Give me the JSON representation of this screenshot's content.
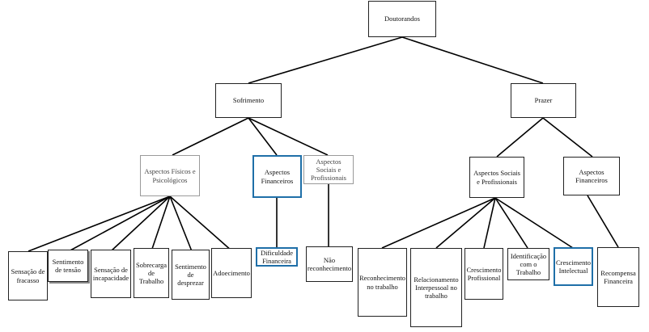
{
  "diagram": {
    "root": {
      "label": "Doutorandos"
    },
    "sofrimento": {
      "label": "Sofrimento",
      "fisicos": {
        "label": "Aspectos Físicos e Psicológicos",
        "children": [
          "Sensação de fracasso",
          "Sentimento de tensão",
          "Sensação de incapacidade",
          "Sobrecarga de Trabalho",
          "Sentimento de desprezar",
          "Adoecimento"
        ]
      },
      "financeiros": {
        "label": "Aspectos Financeiros",
        "children": [
          "Dificuldade Financeira"
        ]
      },
      "sociais": {
        "label": "Aspectos Sociais e Profissionais",
        "children": [
          "Não reconhecimento"
        ]
      }
    },
    "prazer": {
      "label": "Prazer",
      "sociais": {
        "label": "Aspectos Sociais e Profissionais",
        "children": [
          "Reconhecimento no trabalho",
          "Relacionamento Interpessoal no trabalho",
          "Crescimento Profissional",
          "Identificação com o Trabalho",
          "Crescimento Intelectual"
        ]
      },
      "financeiros": {
        "label": "Aspectos Financeiros",
        "children": [
          "Recompensa Financeira"
        ]
      }
    },
    "colors": {
      "highlight": "#1f6fa8",
      "line": "#000000",
      "border": "#222222"
    }
  }
}
